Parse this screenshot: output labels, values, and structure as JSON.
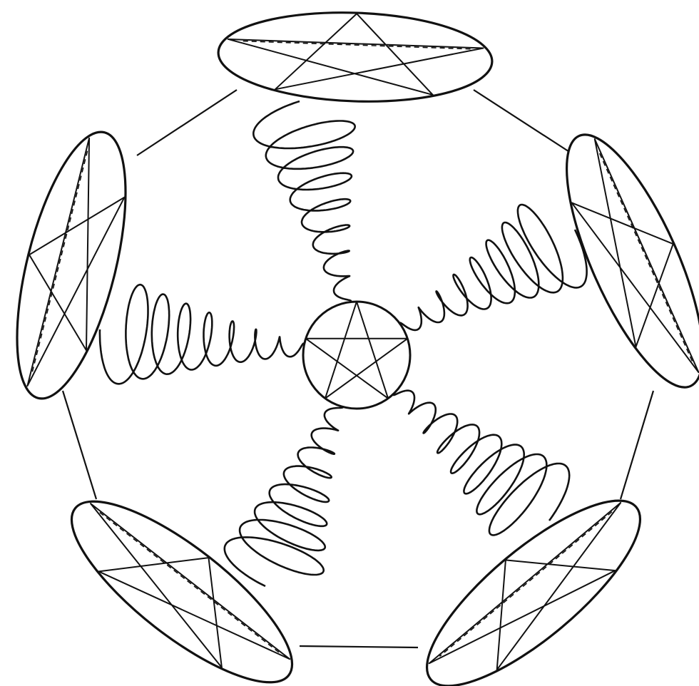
{
  "diagram": {
    "kind": "pentagonal arrangement of five elliptical pentagram nodes linked to a central circular pentagram by helical springs",
    "stroke_color": "#111111",
    "background_color": "#ffffff",
    "outer_nodes": [
      {
        "id": "node-top",
        "symbol": "pentagram"
      },
      {
        "id": "node-upper-right",
        "symbol": "pentagram"
      },
      {
        "id": "node-lower-right",
        "symbol": "pentagram"
      },
      {
        "id": "node-lower-left",
        "symbol": "pentagram"
      },
      {
        "id": "node-upper-left",
        "symbol": "pentagram"
      }
    ],
    "center_node": {
      "id": "node-center",
      "symbol": "pentagram"
    },
    "springs": 5,
    "pentagon_edges": 5
  }
}
